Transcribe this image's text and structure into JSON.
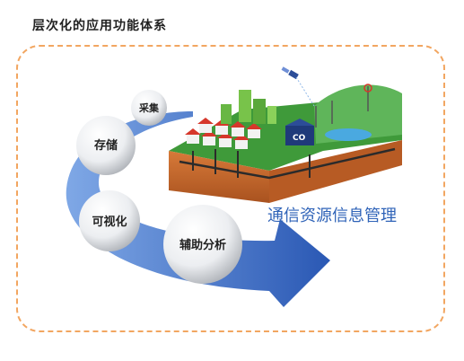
{
  "header": {
    "title": "层次化的应用功能体系"
  },
  "diagram": {
    "stages": [
      {
        "id": "collect",
        "label": "采集"
      },
      {
        "id": "store",
        "label": "存储"
      },
      {
        "id": "visualize",
        "label": "可视化"
      },
      {
        "id": "assist",
        "label": "辅助分析"
      }
    ],
    "caption": "通信资源信息管理",
    "building_label": "CO",
    "colors": {
      "arrow": "#2f5fb8",
      "frame": "#f2a661",
      "caption": "#2f63b8",
      "soil": "#c8672c",
      "grass": "#3f9a3a"
    }
  }
}
